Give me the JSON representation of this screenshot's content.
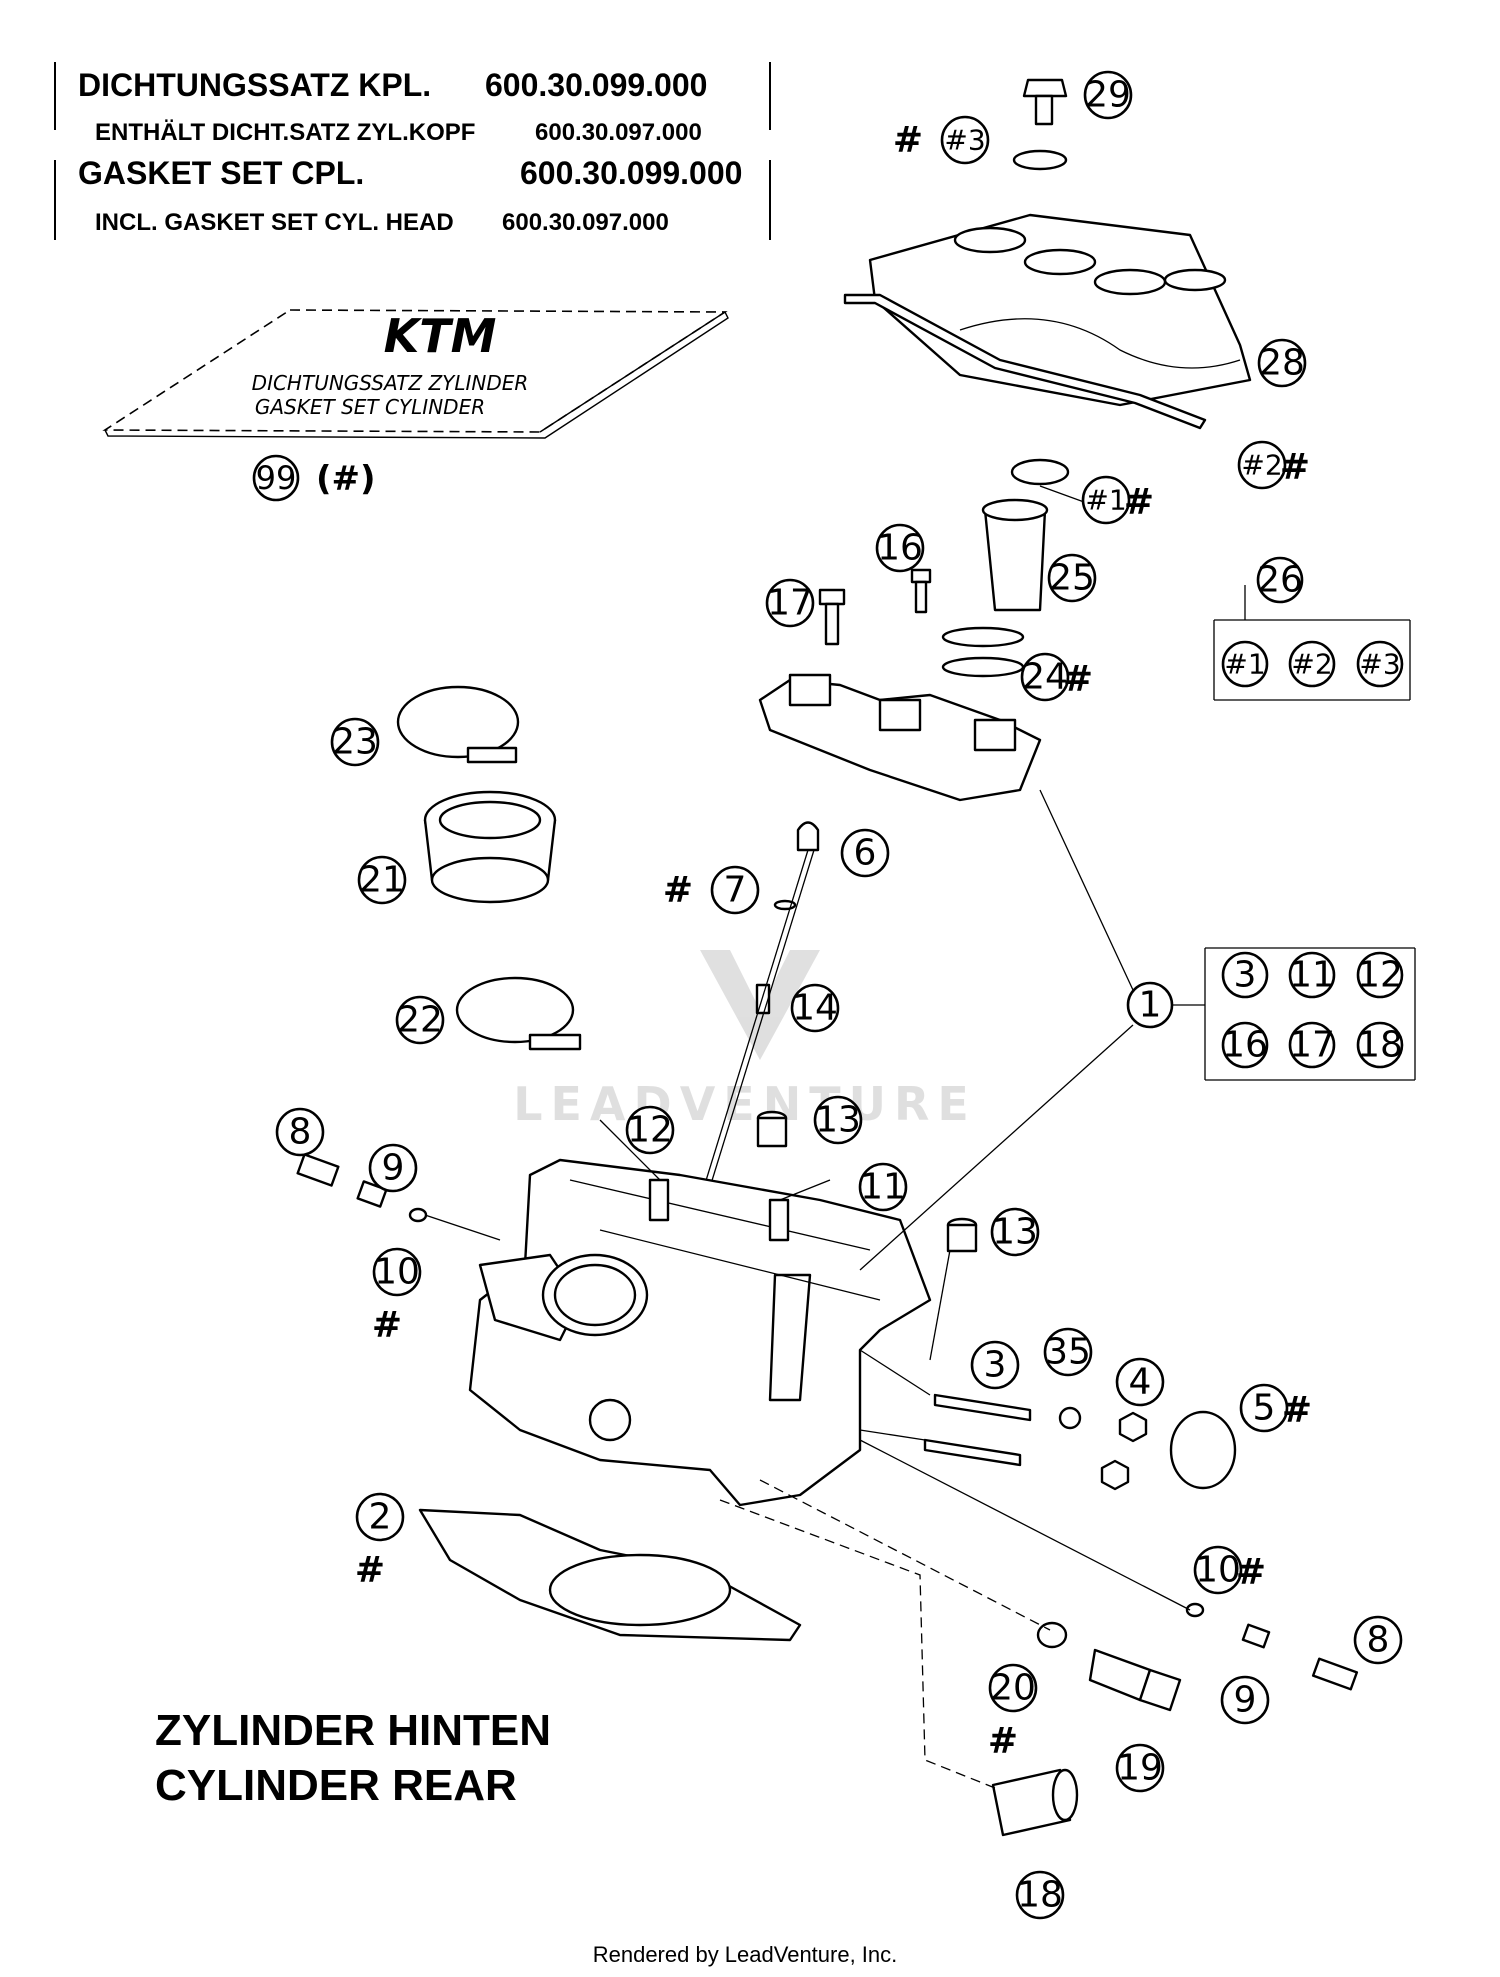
{
  "gasket_box": {
    "line1_label": "DICHTUNGSSATZ KPL.",
    "line1_number": "600.30.099.000",
    "line2_label": "ENTHÄLT DICHT.SATZ ZYL.KOPF",
    "line2_number": "600.30.097.000",
    "line3_label": "GASKET SET CPL.",
    "line3_number": "600.30.099.000",
    "line4_label": "INCL. GASKET SET CYL. HEAD",
    "line4_number": "600.30.097.000"
  },
  "gasket_package": {
    "logo": "KTM",
    "line1": "DICHTUNGSSATZ ZYLINDER",
    "line2": "GASKET SET CYLINDER",
    "ref_number": "99",
    "ref_note": "(#)"
  },
  "subset_group": {
    "number": "26",
    "items": [
      "#1",
      "#2",
      "#3"
    ]
  },
  "assembly_group": {
    "number": "1",
    "items": [
      "3",
      "11",
      "12",
      "16",
      "17",
      "18"
    ]
  },
  "callouts": [
    {
      "id": "c29",
      "label": "29",
      "mark": ""
    },
    {
      "id": "c3a",
      "label": "#3",
      "mark": "#"
    },
    {
      "id": "c28",
      "label": "28",
      "mark": ""
    },
    {
      "id": "c2a",
      "label": "#2",
      "mark": "#"
    },
    {
      "id": "c1a",
      "label": "#1",
      "mark": "#"
    },
    {
      "id": "c25",
      "label": "25",
      "mark": ""
    },
    {
      "id": "c16",
      "label": "16",
      "mark": ""
    },
    {
      "id": "c17",
      "label": "17",
      "mark": ""
    },
    {
      "id": "c24",
      "label": "24",
      "mark": "#"
    },
    {
      "id": "c23",
      "label": "23",
      "mark": ""
    },
    {
      "id": "c21",
      "label": "21",
      "mark": ""
    },
    {
      "id": "c6",
      "label": "6",
      "mark": ""
    },
    {
      "id": "c7",
      "label": "7",
      "mark": "#"
    },
    {
      "id": "c22",
      "label": "22",
      "mark": ""
    },
    {
      "id": "c14",
      "label": "14",
      "mark": ""
    },
    {
      "id": "c8a",
      "label": "8",
      "mark": ""
    },
    {
      "id": "c9a",
      "label": "9",
      "mark": ""
    },
    {
      "id": "c10a",
      "label": "10",
      "mark": "#"
    },
    {
      "id": "c12",
      "label": "12",
      "mark": ""
    },
    {
      "id": "c13a",
      "label": "13",
      "mark": ""
    },
    {
      "id": "c11",
      "label": "11",
      "mark": ""
    },
    {
      "id": "c13b",
      "label": "13",
      "mark": ""
    },
    {
      "id": "c3",
      "label": "3",
      "mark": ""
    },
    {
      "id": "c35",
      "label": "35",
      "mark": ""
    },
    {
      "id": "c4",
      "label": "4",
      "mark": ""
    },
    {
      "id": "c5",
      "label": "5",
      "mark": "#"
    },
    {
      "id": "c2",
      "label": "2",
      "mark": "#"
    },
    {
      "id": "c10b",
      "label": "10",
      "mark": "#"
    },
    {
      "id": "c8b",
      "label": "8",
      "mark": ""
    },
    {
      "id": "c9b",
      "label": "9",
      "mark": ""
    },
    {
      "id": "c20",
      "label": "20",
      "mark": "#"
    },
    {
      "id": "c19",
      "label": "19",
      "mark": ""
    },
    {
      "id": "c18",
      "label": "18",
      "mark": ""
    }
  ],
  "title": {
    "line1": "ZYLINDER HINTEN",
    "line2": "CYLINDER REAR"
  },
  "watermark": "LEADVENTURE",
  "footer": "Rendered by LeadVenture, Inc."
}
